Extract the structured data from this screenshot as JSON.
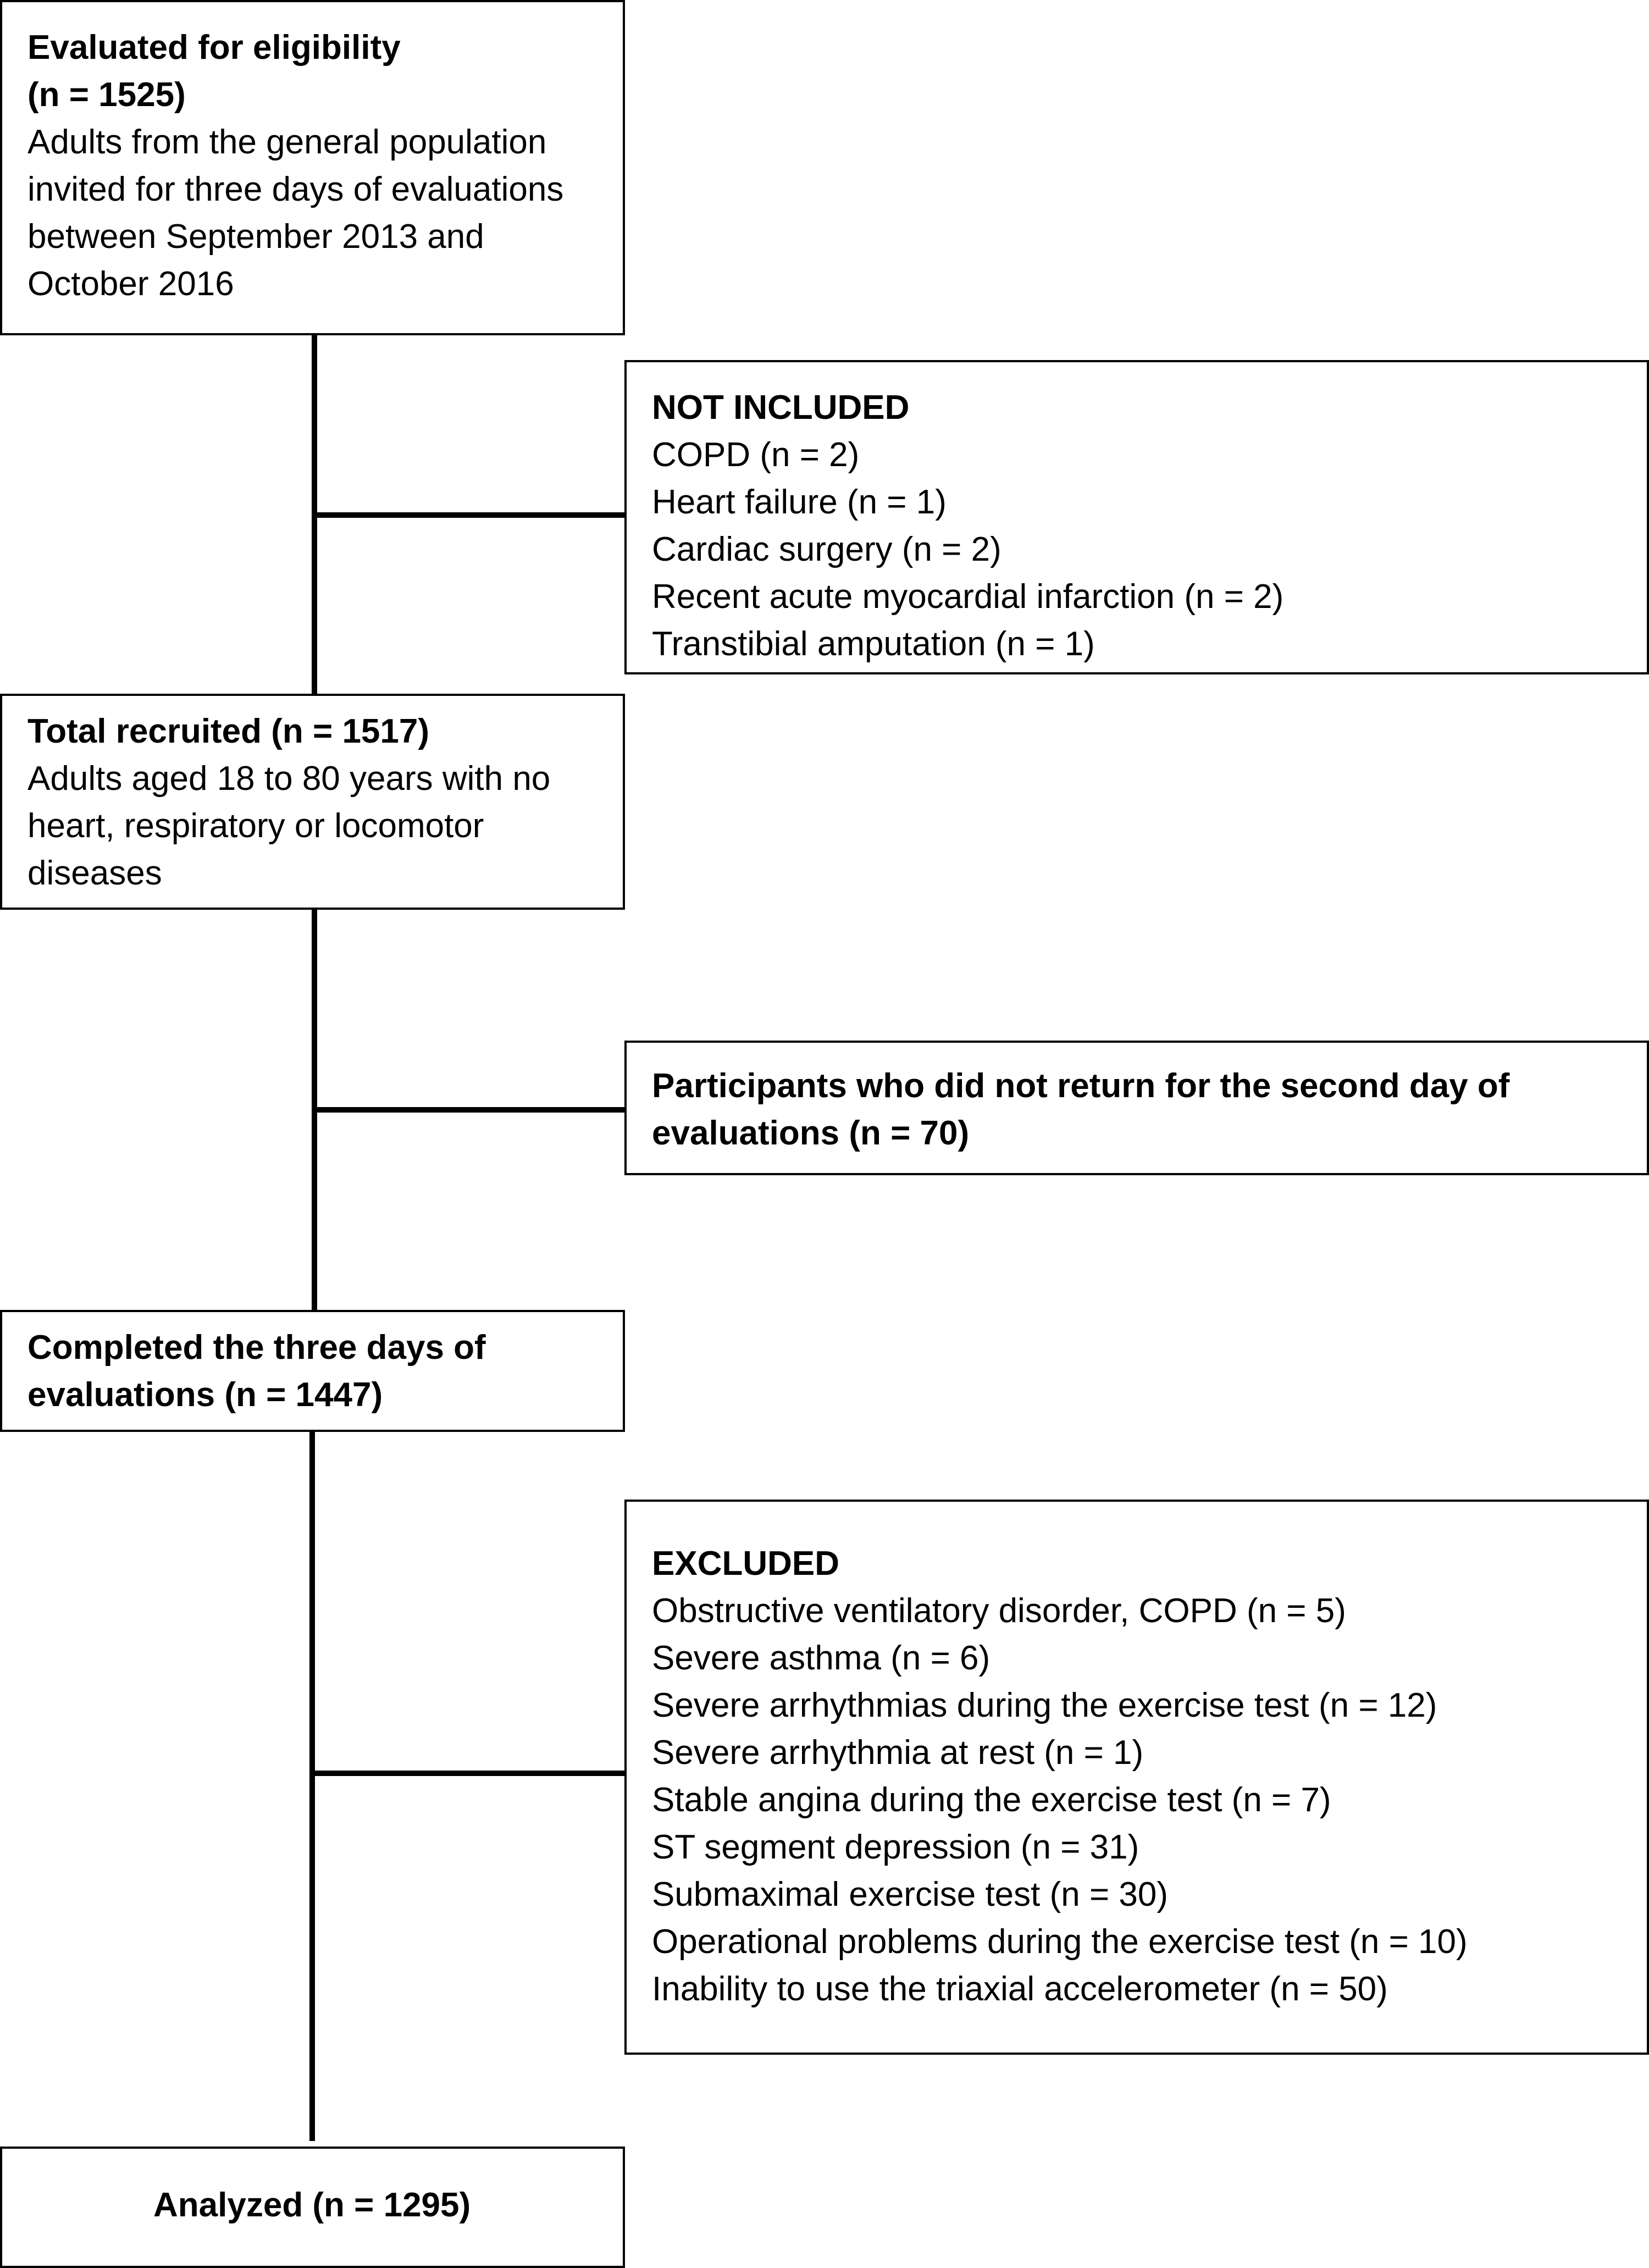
{
  "eligibility": {
    "heading": "Evaluated for eligibility",
    "count": "(n = 1525)",
    "desc": [
      "Adults from the general population",
      "invited for three days of evaluations",
      "between September 2013 and",
      "October 2016"
    ]
  },
  "not_included": {
    "heading": "NOT INCLUDED",
    "items": [
      "COPD (n = 2)",
      "Heart failure (n = 1)",
      "Cardiac surgery (n = 2)",
      "Recent acute myocardial infarction (n = 2)",
      "Transtibial amputation (n = 1)"
    ]
  },
  "recruited": {
    "heading": "Total recruited (n = 1517)",
    "desc": [
      "Adults aged 18 to 80 years with no",
      "heart, respiratory or locomotor",
      "diseases"
    ]
  },
  "did_not_return": {
    "text": [
      "Participants who did not return for the second day of",
      "evaluations (n = 70)"
    ]
  },
  "completed": {
    "text": [
      "Completed the three days of",
      "evaluations (n = 1447)"
    ]
  },
  "excluded": {
    "heading": "EXCLUDED",
    "items": [
      "Obstructive ventilatory disorder, COPD (n = 5)",
      "Severe asthma (n = 6)",
      "Severe arrhythmias during the exercise test (n = 12)",
      "Severe arrhythmia at rest (n = 1)",
      "Stable angina during the exercise test (n = 7)",
      "ST segment depression (n = 31)",
      "Submaximal exercise test (n = 30)",
      "Operational problems during the exercise test (n = 10)",
      "Inability to use the triaxial accelerometer (n = 50)"
    ]
  },
  "analyzed": {
    "text": "Analyzed (n = 1295)"
  }
}
